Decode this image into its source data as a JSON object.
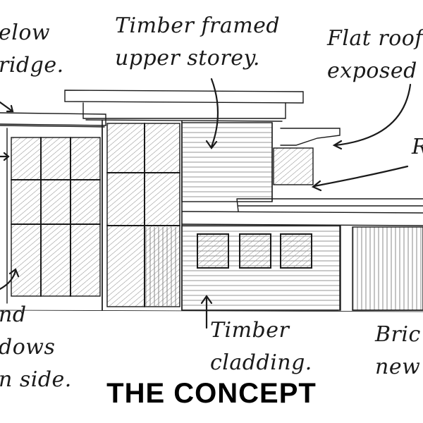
{
  "title": "THE CONCEPT",
  "annotations": {
    "below_ridge": [
      "elow",
      "ridge."
    ],
    "timber_upper": [
      "Timber framed",
      "upper storey."
    ],
    "flat_roofs": [
      "Flat roofs",
      "exposed e"
    ],
    "r_label": [
      "R"
    ],
    "ground_windows": [
      "nd",
      "dows",
      "n side."
    ],
    "timber_cladding": [
      "Timber",
      "cladding."
    ],
    "brick": [
      "Bric",
      "new"
    ]
  },
  "colors": {
    "ink": "#1a1a1a",
    "paper": "#ffffff",
    "glass_hatch": "#777777"
  }
}
